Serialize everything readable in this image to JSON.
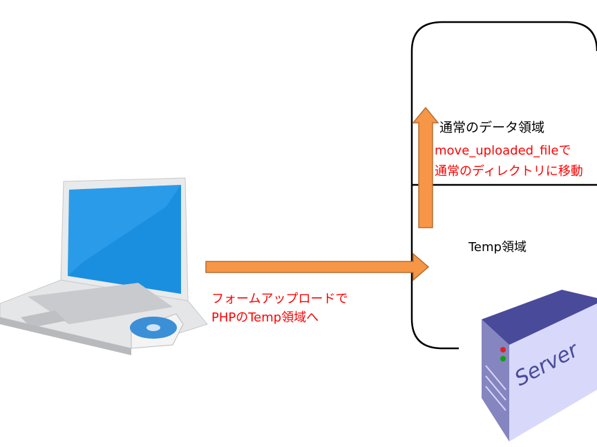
{
  "labels": {
    "normal_area": "通常のデータ領域",
    "temp_area": "Temp領域",
    "move_line1": "move_uploaded_fileで",
    "move_line2": "通常のディレクトリに移動",
    "upload_line1": "フォームアップロードで",
    "upload_line2": "PHPのTemp領域へ"
  },
  "server": {
    "label": "Server"
  },
  "colors": {
    "arrow": "#f79646",
    "arrow_border": "#b66d31",
    "text_red": "#ff0000",
    "server_top": "#4a4a9a",
    "server_side": "#8585c0",
    "server_front": "#d8d8fa"
  }
}
